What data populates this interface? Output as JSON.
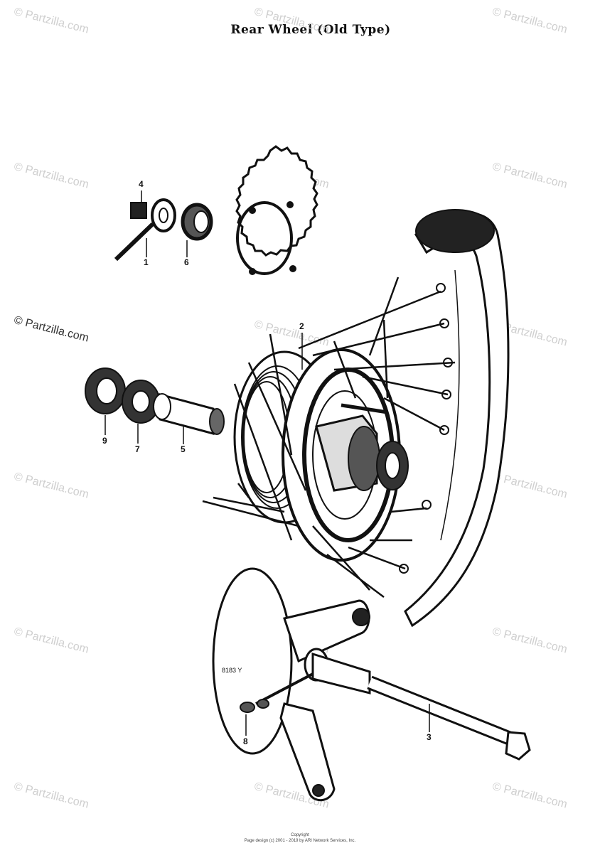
{
  "title": "Rear Wheel (Old Type)",
  "watermark": "© Partzilla.com",
  "footer": {
    "line1": "Copyright",
    "line2": "Page design (c) 2001 - 2019 by ARI Network Services, Inc."
  },
  "callouts": [
    "4",
    "1",
    "6",
    "2",
    "9",
    "7",
    "5",
    "8",
    "3"
  ],
  "part_marking": "8183 Y"
}
